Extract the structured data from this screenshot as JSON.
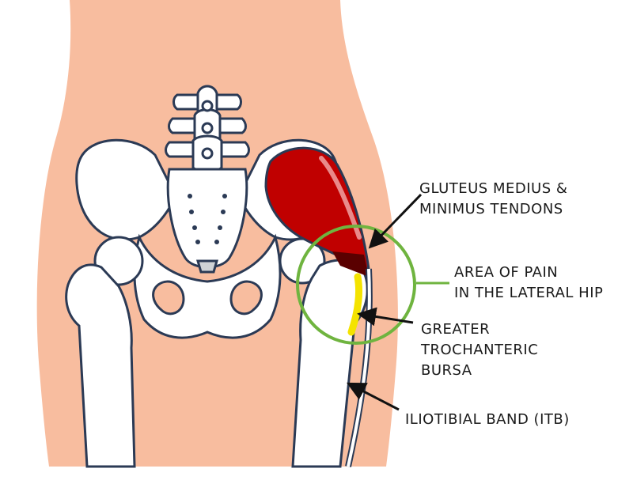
{
  "labels": {
    "tendons": {
      "line1": "GLUTEUS MEDIUS &",
      "line2": "MINIMUS TENDONS"
    },
    "pain": {
      "line1": "AREA OF PAIN",
      "line2": "IN THE LATERAL HIP"
    },
    "bursa": {
      "line1": "GREATER",
      "line2": "TROCHANTERIC",
      "line3": "BURSA"
    },
    "itb": {
      "line1": "ILIOTIBIAL BAND (ITB)"
    }
  },
  "colors": {
    "skin": "#f8bd9f",
    "bone_fill": "#ffffff",
    "bone_outline": "#2b3a55",
    "muscle": "#c00000",
    "bursa": "#f4e300",
    "pain_circle": "#6fb43f",
    "arrow": "#111111"
  }
}
